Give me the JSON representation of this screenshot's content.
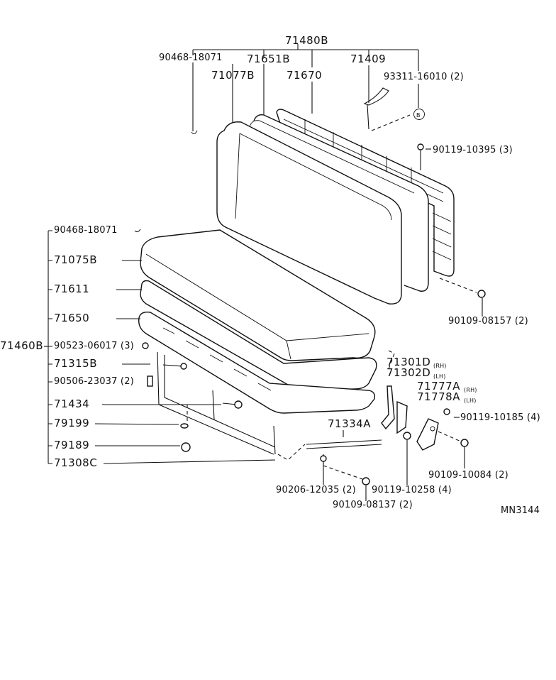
{
  "diagram_id": "MN3144",
  "labels": {
    "p71480B": "71480B",
    "p90468a": "90468-18071",
    "p71651B": "71651B",
    "p71409": "71409",
    "p71077B": "71077B",
    "p71670": "71670",
    "p93311": "93311-16010 (2)",
    "circleB": "B",
    "p90119_10395": "90119-10395 (3)",
    "p90468b": "90468-18071",
    "p71075B": "71075B",
    "p71611": "71611",
    "p71650": "71650",
    "p71460B": "71460B",
    "p90523": "90523-06017 (3)",
    "p71315B": "71315B",
    "p90506": "90506-23037 (2)",
    "p71434": "71434",
    "p79199": "79199",
    "p79189": "79189",
    "p71308C": "71308C",
    "p90109_08157": "90109-08157 (2)",
    "p71301D": "71301D",
    "rh1": "(RH)",
    "p71302D": "71302D",
    "lh1": "(LH)",
    "p71777A": "71777A",
    "rh2": "(RH)",
    "p71778A": "71778A",
    "lh2": "(LH)",
    "p90119_10185": "90119-10185 (4)",
    "p71334A": "71334A",
    "p90109_10084": "90109-10084 (2)",
    "p90206": "90206-12035 (2)",
    "p90119_10258": "90119-10258 (4)",
    "p90109_08137": "90109-08137 (2)"
  }
}
